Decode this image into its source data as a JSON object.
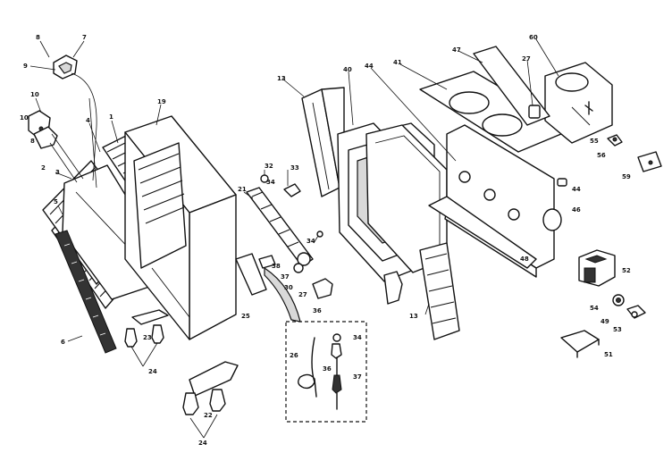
{
  "diagram": {
    "labels": [
      {
        "key": "l8a",
        "text": "8"
      },
      {
        "key": "l7",
        "text": "7"
      },
      {
        "key": "l9",
        "text": "9"
      },
      {
        "key": "l10a",
        "text": "10"
      },
      {
        "key": "l10b",
        "text": "10"
      },
      {
        "key": "l3",
        "text": "3"
      },
      {
        "key": "l2",
        "text": "2"
      },
      {
        "key": "l4",
        "text": "4"
      },
      {
        "key": "l1",
        "text": "1"
      },
      {
        "key": "l5",
        "text": "5"
      },
      {
        "key": "l6",
        "text": "6"
      },
      {
        "key": "l8b",
        "text": "8"
      },
      {
        "key": "l19",
        "text": "19"
      },
      {
        "key": "l23a",
        "text": "23"
      },
      {
        "key": "l24a",
        "text": "24"
      },
      {
        "key": "l22",
        "text": "22"
      },
      {
        "key": "l24b",
        "text": "24"
      },
      {
        "key": "l21",
        "text": "21"
      },
      {
        "key": "l32",
        "text": "32"
      },
      {
        "key": "l34a",
        "text": "34"
      },
      {
        "key": "l33",
        "text": "33"
      },
      {
        "key": "l34b",
        "text": "34"
      },
      {
        "key": "l25",
        "text": "25"
      },
      {
        "key": "l38",
        "text": "38"
      },
      {
        "key": "l37",
        "text": "37"
      },
      {
        "key": "l30",
        "text": "30"
      },
      {
        "key": "l27",
        "text": "27"
      },
      {
        "key": "l36a",
        "text": "36"
      },
      {
        "key": "l26",
        "text": "26"
      },
      {
        "key": "l34c",
        "text": "34"
      },
      {
        "key": "l36b",
        "text": "36"
      },
      {
        "key": "l37b",
        "text": "37"
      },
      {
        "key": "l13a",
        "text": "13"
      },
      {
        "key": "l40",
        "text": "40"
      },
      {
        "key": "l44a",
        "text": "44"
      },
      {
        "key": "l41",
        "text": "41"
      },
      {
        "key": "l47",
        "text": "47"
      },
      {
        "key": "l27b",
        "text": "27"
      },
      {
        "key": "l60",
        "text": "60"
      },
      {
        "key": "l55",
        "text": "55"
      },
      {
        "key": "l56",
        "text": "56"
      },
      {
        "key": "l59",
        "text": "59"
      },
      {
        "key": "l46",
        "text": "46"
      },
      {
        "key": "l44b",
        "text": "44"
      },
      {
        "key": "l48",
        "text": "48"
      },
      {
        "key": "l13b",
        "text": "13"
      },
      {
        "key": "l52",
        "text": "52"
      },
      {
        "key": "l54",
        "text": "54"
      },
      {
        "key": "l49",
        "text": "49"
      },
      {
        "key": "l53",
        "text": "53"
      },
      {
        "key": "l51",
        "text": "51"
      }
    ]
  }
}
